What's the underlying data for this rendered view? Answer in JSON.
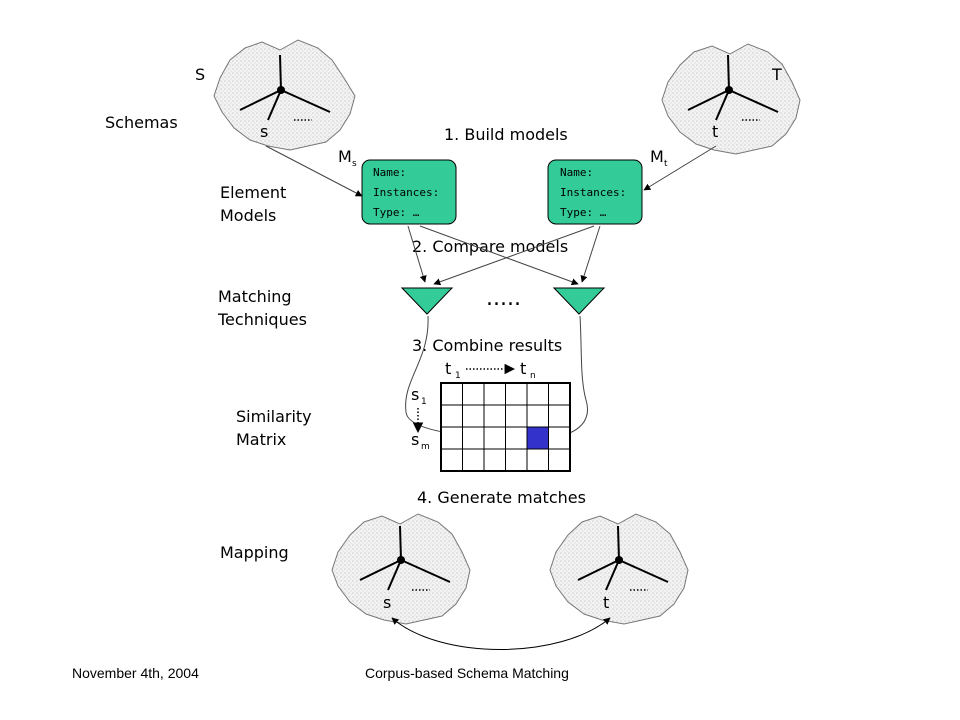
{
  "diagram": {
    "source_schema_label": "S",
    "target_schema_label": "T",
    "source_element": "s",
    "target_element": "t",
    "source_model_label": "M",
    "source_model_sub": "s",
    "target_model_label": "M",
    "target_model_sub": "t",
    "rows": {
      "schemas": "Schemas",
      "element_models": [
        "Element",
        "Models"
      ],
      "matching_techniques": [
        "Matching",
        "Techniques"
      ],
      "similarity_matrix": [
        "Similarity",
        "Matrix"
      ],
      "mapping": "Mapping"
    },
    "steps": {
      "step1": "1. Build models",
      "step2": "2. Compare models",
      "step3": "3. Combine  results",
      "step4": "4. Generate matches"
    },
    "model_box_fields": [
      "Name:",
      "Instances:",
      "Type: …"
    ],
    "ellipsis": ".....",
    "matrix": {
      "col_first": "t",
      "col_first_sub": "1",
      "col_last": "t",
      "col_last_sub": "n",
      "row_first": "s",
      "row_first_sub": "1",
      "row_last": "s",
      "row_last_sub": "m",
      "rows": 4,
      "cols": 6,
      "highlight_row": 2,
      "highlight_col": 4,
      "highlight_color": "#3333cc"
    },
    "model_box_color": "#33cc99",
    "technique_color": "#33cc99",
    "schema_blob_color": "#f2f2f2"
  },
  "footer": {
    "date": "November 4th, 2004",
    "title": "Corpus-based Schema Matching"
  }
}
